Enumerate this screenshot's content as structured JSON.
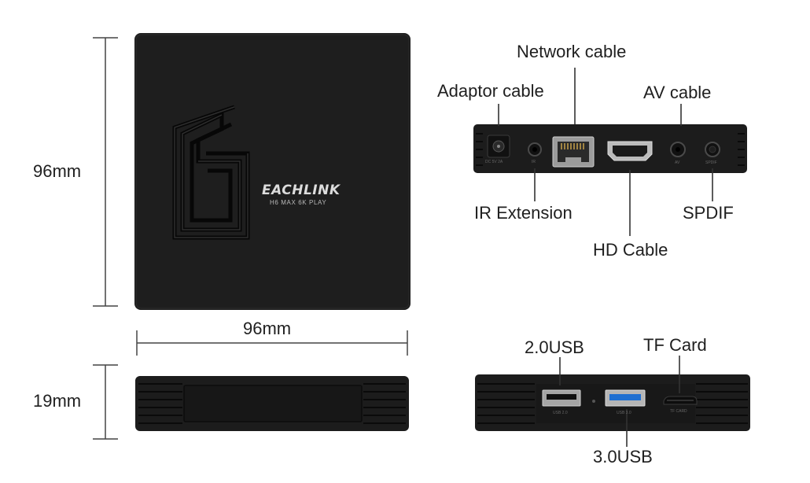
{
  "dimensions": {
    "height_label": "96mm",
    "width_label": "96mm",
    "thickness_label": "19mm"
  },
  "brand": {
    "name": "EACHLINK",
    "model": "H6 MAX 6K PLAY"
  },
  "rear_panel": {
    "callouts": {
      "network": "Network cable",
      "adaptor": "Adaptor cable",
      "av": "AV cable",
      "ir": "IR Extension",
      "hd": "HD Cable",
      "spdif": "SPDIF"
    },
    "port_marks": {
      "dc": "DC 5V 2A",
      "ir": "IR",
      "av": "AV",
      "spdif": "SPDIF"
    }
  },
  "side_panel": {
    "callouts": {
      "usb2": "2.0USB",
      "tf": "TF Card",
      "usb3": "3.0USB"
    },
    "port_marks": {
      "usb2": "USB 2.0",
      "usb3": "USB 3.0",
      "tf": "TF CARD"
    }
  },
  "colors": {
    "device_body": "#1b1b1b",
    "device_top": "#222222",
    "usb3_blue": "#1f6fd1",
    "line": "#333333"
  }
}
